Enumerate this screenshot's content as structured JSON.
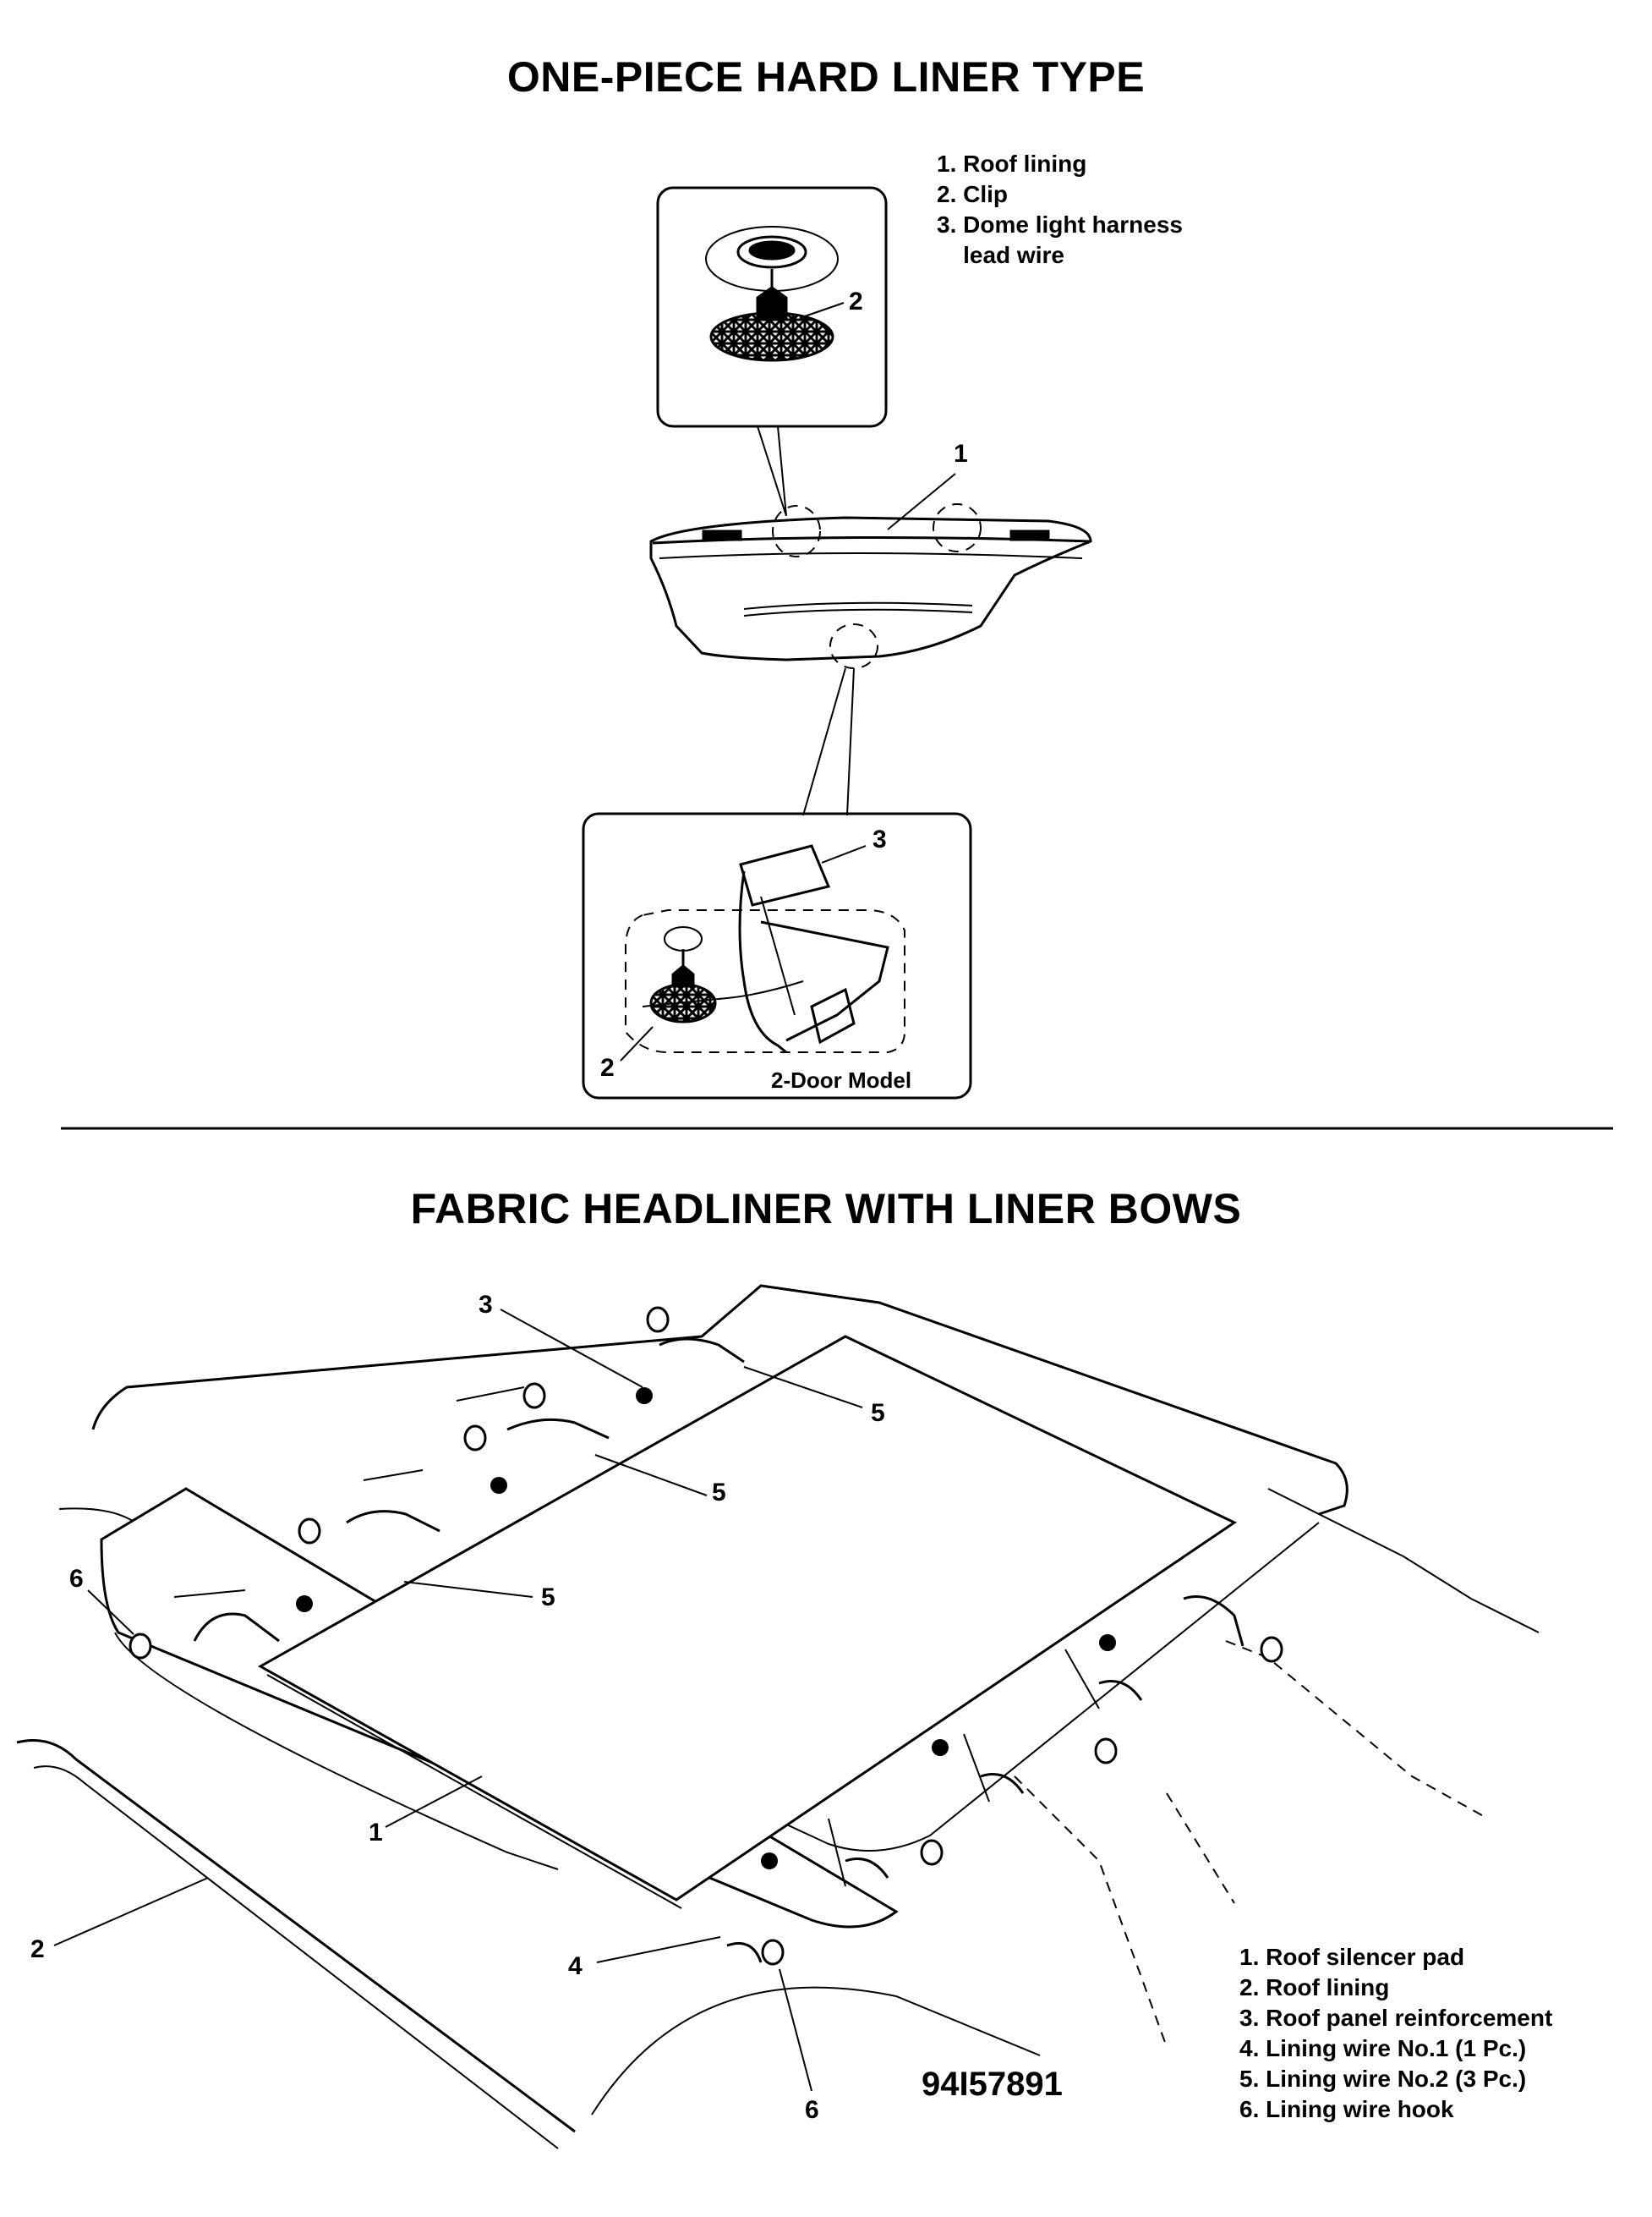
{
  "top": {
    "title": "ONE-PIECE HARD LINER TYPE",
    "legend": [
      "1. Roof lining",
      "2. Clip",
      "3. Dome light harness",
      "    lead wire"
    ],
    "callouts": {
      "c1": "1",
      "c2a": "2",
      "c2b": "2",
      "c3": "3"
    },
    "box_label": "2-Door Model"
  },
  "bottom": {
    "title": "FABRIC HEADLINER WITH LINER BOWS",
    "legend": [
      "1. Roof silencer pad",
      "2. Roof lining",
      "3. Roof panel reinforcement",
      "4. Lining wire No.1 (1 Pc.)",
      "5. Lining wire No.2 (3 Pc.)",
      "6. Lining wire hook"
    ],
    "callouts": {
      "c1": "1",
      "c2": "2",
      "c3": "3",
      "c4": "4",
      "c5a": "5",
      "c5b": "5",
      "c5c": "5",
      "c6a": "6",
      "c6b": "6"
    },
    "part_number": "94I57891"
  }
}
